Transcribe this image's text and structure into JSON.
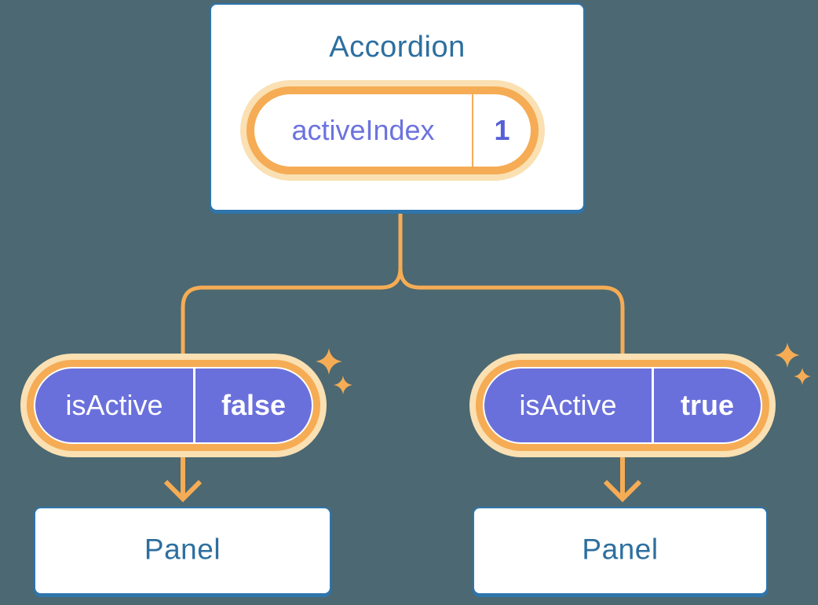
{
  "colors": {
    "background": "#4C6872",
    "card_bg": "#FFFFFF",
    "card_border": "#2E75AC",
    "heading_text": "#2D6F9F",
    "orange": "#F5AC55",
    "orange_halo": "#FAE0B2",
    "purple": "#6A70DB",
    "purple_text": "#6C73DF",
    "value_text": "#5660D6",
    "white": "#FFFFFF"
  },
  "accordion_card": {
    "title": "Accordion",
    "state_pill": {
      "label": "activeIndex",
      "value": "1"
    }
  },
  "children": [
    {
      "pill": {
        "label": "isActive",
        "value": "false"
      },
      "panel": {
        "title": "Panel"
      }
    },
    {
      "pill": {
        "label": "isActive",
        "value": "true"
      },
      "panel": {
        "title": "Panel"
      }
    }
  ]
}
